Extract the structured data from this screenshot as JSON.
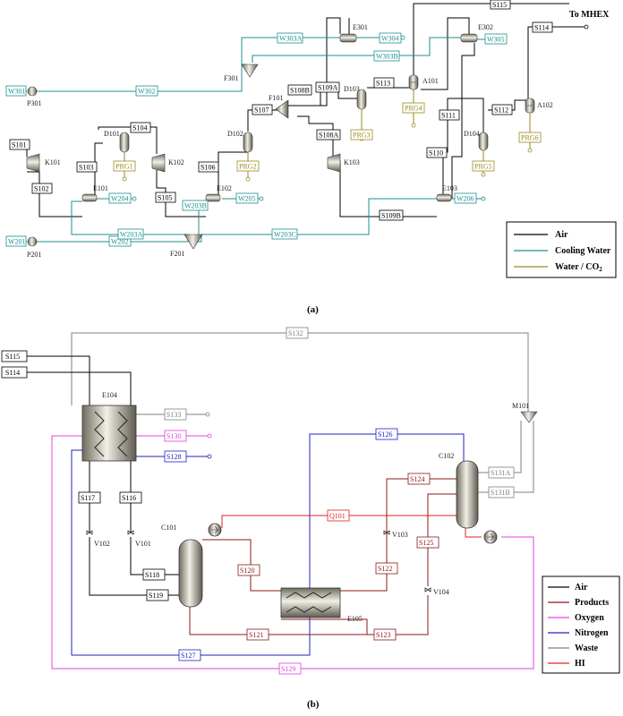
{
  "colors": {
    "air": "#000000",
    "cooling": "#1f8f8f",
    "water": "#9a8a20",
    "products": "#8b1a1a",
    "oxygen": "#e040e0",
    "nitrogen": "#2020c0",
    "waste": "#808080",
    "hi": "#e02020"
  },
  "captions": {
    "a": "(a)",
    "b": "(b)"
  },
  "to_mhex": "To MHEX",
  "legend_a": {
    "air": "Air",
    "cooling": "Cooling Water",
    "water": "Water / CO",
    "water_sub": "2"
  },
  "legend_b": {
    "air": "Air",
    "products": "Products",
    "oxygen": "Oxygen",
    "nitrogen": "Nitrogen",
    "waste": "Waste",
    "hi": "HI"
  },
  "tags_a": {
    "S101": "S101",
    "S102": "S102",
    "S103": "S103",
    "S104": "S104",
    "S105": "S105",
    "S106": "S106",
    "S107": "S107",
    "S108A": "S108A",
    "S108B": "S108B",
    "S109A": "S109A",
    "S109B": "S109B",
    "S110": "S110",
    "S111": "S111",
    "S112": "S112",
    "S113": "S113",
    "S114": "S114",
    "S115": "S115",
    "W201": "W201",
    "W202": "W202",
    "W203A": "W203A",
    "W203B": "W203B",
    "W203C": "W203C",
    "W204": "W204",
    "W205": "W205",
    "W206": "W206",
    "W301": "W301",
    "W302": "W302",
    "W303A": "W303A",
    "W303B": "W303B",
    "W304": "W304",
    "W305": "W305",
    "PRG1": "PRG1",
    "PRG2": "PRG2",
    "PRG3": "PRG3",
    "PRG4": "PRG4",
    "PRG5": "PRG5",
    "PRG6": "PRG6"
  },
  "equip_a": {
    "K101": "K101",
    "K102": "K102",
    "K103": "K103",
    "D101": "D101",
    "D102": "D102",
    "D103": "D103",
    "D104": "D104",
    "E101": "E101",
    "E102": "E102",
    "E103": "E103",
    "E301": "E301",
    "E302": "E302",
    "F101": "F101",
    "F201": "F201",
    "F301": "F301",
    "A101": "A101",
    "A102": "A102",
    "P201": "P201",
    "P301": "P301"
  },
  "tags_b": {
    "S115": "S115",
    "S114": "S114",
    "S116": "S116",
    "S117": "S117",
    "S118": "S118",
    "S119": "S119",
    "S120": "S120",
    "S121": "S121",
    "S122": "S122",
    "S123": "S123",
    "S124": "S124",
    "S125": "S125",
    "S126": "S126",
    "S127": "S127",
    "S128": "S128",
    "S129": "S129",
    "S130": "S130",
    "S131A": "S131A",
    "S131B": "S131B",
    "S132": "S132",
    "S133": "S133",
    "Q101": "Q101"
  },
  "equip_b": {
    "E104": "E104",
    "E105": "E105",
    "C101": "C101",
    "C102": "C102",
    "M101": "M101",
    "V101": "V101",
    "V102": "V102",
    "V103": "V103",
    "V104": "V104"
  }
}
